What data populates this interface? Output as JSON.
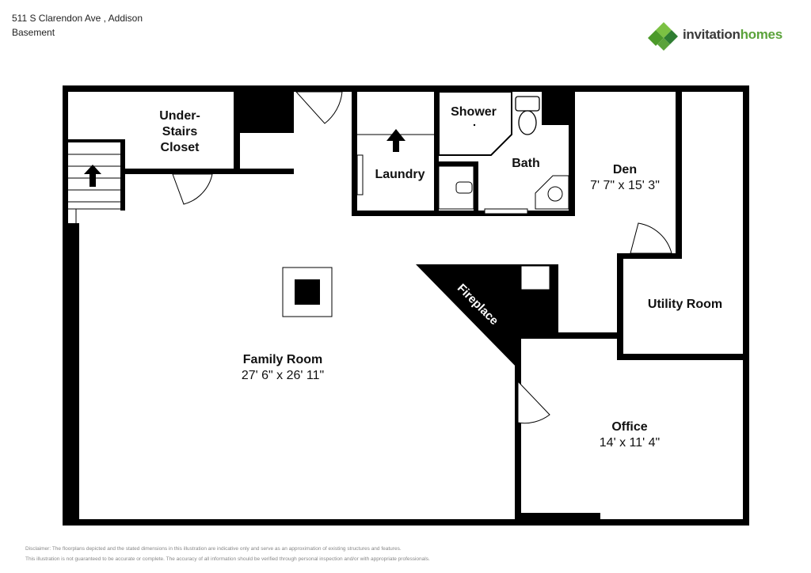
{
  "header": {
    "address": "511 S Clarendon Ave , Addison",
    "level": "Basement"
  },
  "logo": {
    "brand_part1": "invitation",
    "brand_part2": "homes",
    "colors": {
      "green": "#5ba33b",
      "dark_green": "#2f7d32",
      "text": "#3a3a3a"
    }
  },
  "rooms": {
    "under_stairs_closet": {
      "line1": "Under-",
      "line2": "Stairs",
      "line3": "Closet"
    },
    "laundry": {
      "name": "Laundry"
    },
    "shower": {
      "name": "Shower"
    },
    "bath": {
      "name": "Bath"
    },
    "den": {
      "name": "Den",
      "dims": "7' 7\" x 15' 3\""
    },
    "utility": {
      "name": "Utility Room"
    },
    "fireplace": {
      "name": "Fireplace"
    },
    "family_room": {
      "name": "Family Room",
      "dims": "27' 6\" x 26' 11\""
    },
    "office": {
      "name": "Office",
      "dims": "14' x 11' 4\""
    }
  },
  "disclaimer": {
    "line1": "Disclaimer: The floorplans depicted and the stated dimensions in this illustration are indicative only and serve as an approximation of existing structures and features.",
    "line2": "This illustration is not guaranteed to be accurate or complete. The accuracy of all information should be verified through personal inspection and/or with appropriate professionals."
  }
}
